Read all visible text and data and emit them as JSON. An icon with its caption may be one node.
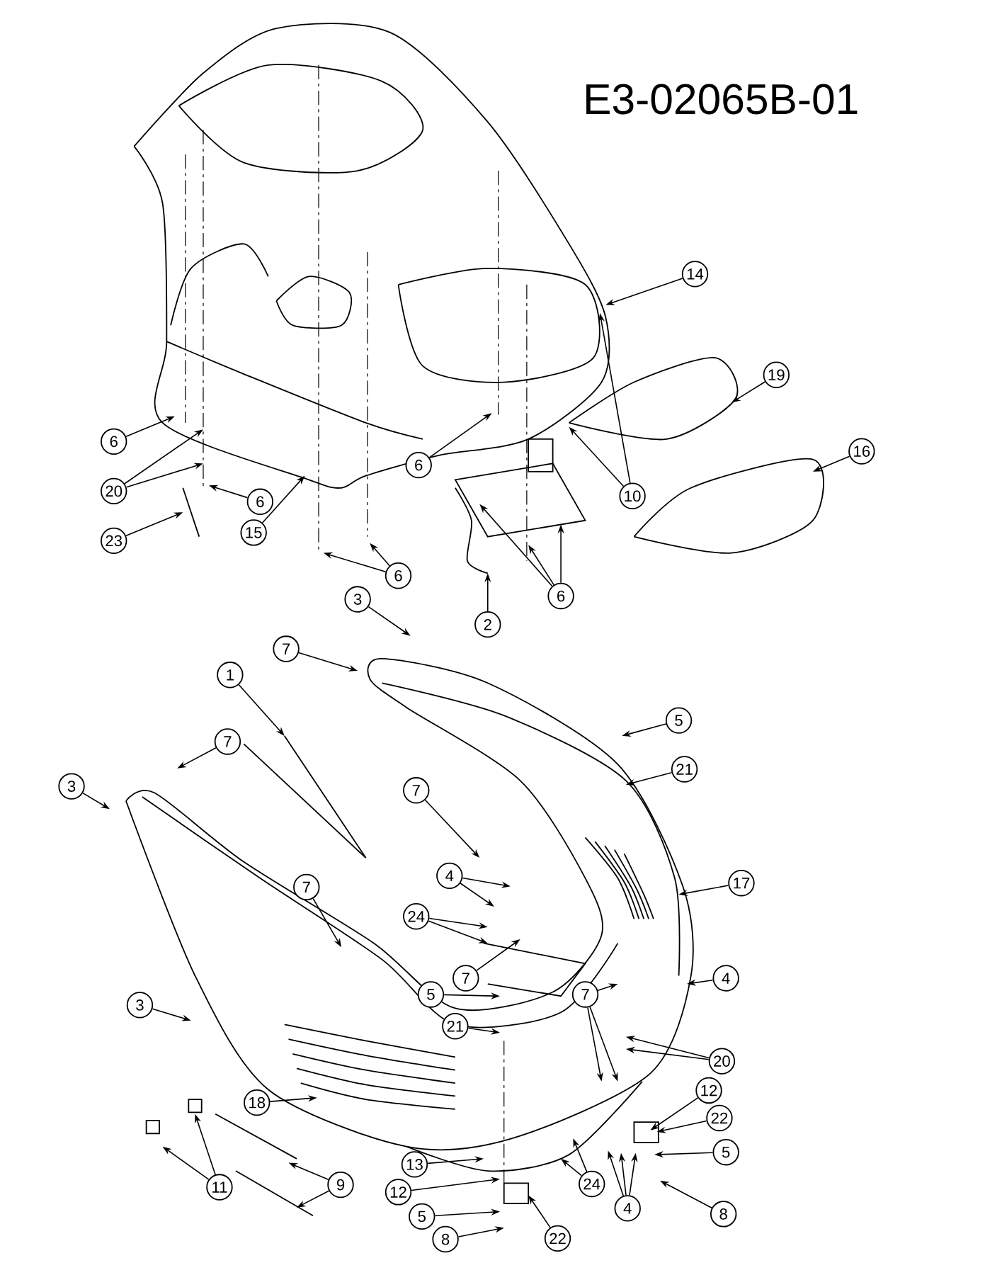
{
  "diagram": {
    "nodes": [
      {
        "text": [
          "14"
        ]
      },
      {
        "text": [
          "19"
        ]
      },
      {
        "text": [
          "6"
        ]
      },
      {
        "text": [
          "20"
        ]
      },
      {
        "text": [
          "6"
        ]
      },
      {
        "text": [
          "6"
        ]
      },
      {
        "text": [
          "16"
        ]
      },
      {
        "text": [
          "10"
        ]
      },
      {
        "text": [
          "23"
        ]
      },
      {
        "text": [
          "15"
        ]
      },
      {
        "text": [
          "6"
        ]
      },
      {
        "text": [
          "2"
        ]
      },
      {
        "text": [
          "6"
        ]
      },
      {
        "text": [
          "3"
        ]
      },
      {
        "text": [
          "7"
        ]
      },
      {
        "text": [
          "1"
        ]
      },
      {
        "text": [
          "5"
        ]
      },
      {
        "text": [
          "7"
        ]
      },
      {
        "text": [
          "3"
        ]
      },
      {
        "text": [
          "21"
        ]
      },
      {
        "text": [
          "7"
        ]
      },
      {
        "text": [
          "4"
        ]
      },
      {
        "text": [
          "17"
        ]
      },
      {
        "text": [
          "7"
        ]
      },
      {
        "text": [
          "24"
        ]
      },
      {
        "text": [
          "7"
        ]
      },
      {
        "text": [
          "4"
        ]
      },
      {
        "text": [
          "3"
        ]
      },
      {
        "text": [
          "5"
        ]
      },
      {
        "text": [
          "7"
        ]
      },
      {
        "text": [
          "21"
        ]
      },
      {
        "text": [
          "20"
        ]
      },
      {
        "text": [
          "12"
        ]
      },
      {
        "text": [
          "22"
        ]
      },
      {
        "text": [
          "18"
        ]
      },
      {
        "text": [
          "5"
        ]
      },
      {
        "text": [
          "13"
        ]
      },
      {
        "text": [
          "12"
        ]
      },
      {
        "text": [
          "11"
        ]
      },
      {
        "text": [
          "9"
        ]
      },
      {
        "text": [
          "24"
        ]
      },
      {
        "text": [
          "4"
        ]
      },
      {
        "text": [
          "5"
        ]
      },
      {
        "text": [
          "8"
        ]
      },
      {
        "text": [
          "8"
        ]
      },
      {
        "text": [
          "22"
        ]
      }
    ],
    "edges": [
      {
        "from": 0,
        "to": null,
        "arrow": "to"
      },
      {
        "from": 1,
        "to": null,
        "arrow": "to"
      },
      {
        "from": 2,
        "to": null,
        "arrow": "to"
      },
      {
        "from": 3,
        "to": null,
        "arrow": "to"
      },
      {
        "from": 3,
        "to": null,
        "arrow": "to"
      },
      {
        "from": 4,
        "to": null,
        "arrow": "to"
      },
      {
        "from": 5,
        "to": null,
        "arrow": "to"
      },
      {
        "from": 6,
        "to": null,
        "arrow": "to"
      },
      {
        "from": 7,
        "to": null,
        "arrow": "to"
      },
      {
        "from": 7,
        "to": null,
        "arrow": "to"
      },
      {
        "from": 8,
        "to": null,
        "arrow": "to"
      },
      {
        "from": 9,
        "to": null,
        "arrow": "to"
      },
      {
        "from": 10,
        "to": null,
        "arrow": "to"
      },
      {
        "from": 10,
        "to": null,
        "arrow": "to"
      },
      {
        "from": 11,
        "to": null,
        "arrow": "to"
      },
      {
        "from": 12,
        "to": null,
        "arrow": "to"
      },
      {
        "from": 12,
        "to": null,
        "arrow": "to"
      },
      {
        "from": 12,
        "to": null,
        "arrow": "to"
      },
      {
        "from": 13,
        "to": null,
        "arrow": "to"
      },
      {
        "from": 14,
        "to": null,
        "arrow": "to"
      },
      {
        "from": 15,
        "to": null,
        "arrow": "to"
      },
      {
        "from": 16,
        "to": null,
        "arrow": "to"
      },
      {
        "from": 17,
        "to": null,
        "arrow": "to"
      },
      {
        "from": 18,
        "to": null,
        "arrow": "to"
      },
      {
        "from": 19,
        "to": null,
        "arrow": "to"
      },
      {
        "from": 20,
        "to": null,
        "arrow": "to"
      },
      {
        "from": 21,
        "to": null,
        "arrow": "to"
      },
      {
        "from": 21,
        "to": null,
        "arrow": "to"
      },
      {
        "from": 22,
        "to": null,
        "arrow": "to"
      },
      {
        "from": 23,
        "to": null,
        "arrow": "to"
      },
      {
        "from": 24,
        "to": null,
        "arrow": "to"
      },
      {
        "from": 24,
        "to": null,
        "arrow": "to"
      },
      {
        "from": 25,
        "to": null,
        "arrow": "to"
      },
      {
        "from": 26,
        "to": null,
        "arrow": "to"
      },
      {
        "from": 27,
        "to": null,
        "arrow": "to"
      },
      {
        "from": 28,
        "to": null,
        "arrow": "to"
      },
      {
        "from": 29,
        "to": null,
        "arrow": "to"
      },
      {
        "from": 29,
        "to": null,
        "arrow": "to"
      },
      {
        "from": 29,
        "to": null,
        "arrow": "to"
      },
      {
        "from": 30,
        "to": null,
        "arrow": "to"
      },
      {
        "from": 31,
        "to": null,
        "arrow": "to"
      },
      {
        "from": 31,
        "to": null,
        "arrow": "to"
      },
      {
        "from": 32,
        "to": null,
        "arrow": "to"
      },
      {
        "from": 33,
        "to": null,
        "arrow": "to"
      },
      {
        "from": 34,
        "to": null,
        "arrow": "to"
      },
      {
        "from": 35,
        "to": null,
        "arrow": "to"
      },
      {
        "from": 36,
        "to": null,
        "arrow": "to"
      },
      {
        "from": 37,
        "to": null,
        "arrow": "to"
      },
      {
        "from": 38,
        "to": null,
        "arrow": "to"
      },
      {
        "from": 38,
        "to": null,
        "arrow": "to"
      },
      {
        "from": 39,
        "to": null,
        "arrow": "to"
      },
      {
        "from": 39,
        "to": null,
        "arrow": "to"
      },
      {
        "from": 40,
        "to": null,
        "arrow": "to"
      },
      {
        "from": 40,
        "to": null,
        "arrow": "to"
      },
      {
        "from": 41,
        "to": null,
        "arrow": "to"
      },
      {
        "from": 41,
        "to": null,
        "arrow": "to"
      },
      {
        "from": 41,
        "to": null,
        "arrow": "to"
      },
      {
        "from": 42,
        "to": null,
        "arrow": "to"
      },
      {
        "from": 43,
        "to": null,
        "arrow": "to"
      },
      {
        "from": 44,
        "to": null,
        "arrow": "to"
      },
      {
        "from": 45,
        "to": null,
        "arrow": "to"
      }
    ],
    "labels": [
      "E3-02065B-01"
    ]
  }
}
